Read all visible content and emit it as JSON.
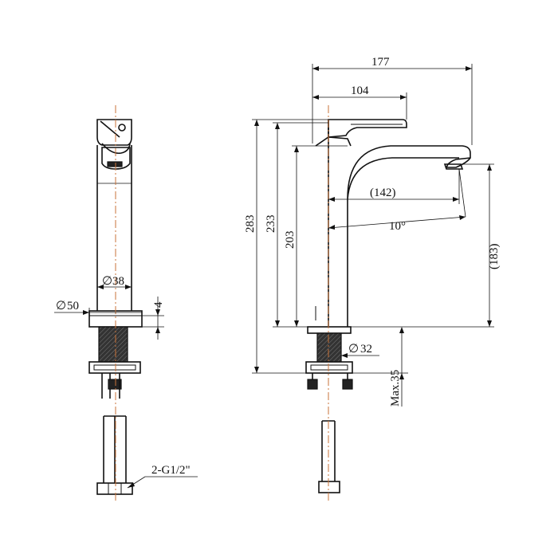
{
  "diagram": {
    "dimensions": {
      "width_total": "177",
      "handle_reach": "104",
      "spout_reach": "(142)",
      "spout_angle": "10°",
      "height_total": "283",
      "height_233": "233",
      "height_203": "203",
      "outlet_height": "(183)",
      "base_diameter": "50",
      "body_diameter": "38",
      "base_thickness": "4",
      "hole_diameter": "32",
      "max_deck": "Max.35",
      "inlet_thread": "2-G1/2\""
    },
    "symbols": {
      "diameter": "∅"
    }
  }
}
